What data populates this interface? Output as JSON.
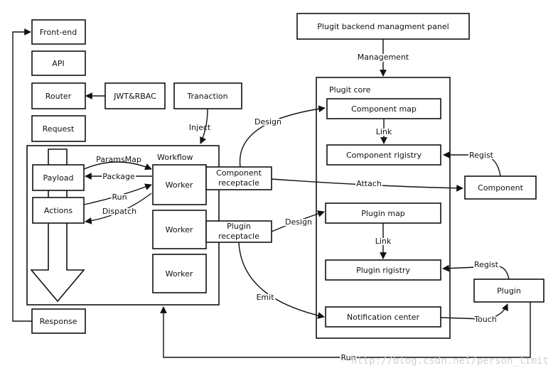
{
  "boxes": {
    "frontend": "Front-end",
    "api": "API",
    "router": "Router",
    "jwt_rbac": "JWT&RBAC",
    "request": "Request",
    "tranaction": "Tranaction",
    "response": "Response",
    "payload": "Payload",
    "actions": "Actions",
    "worker1": "Worker",
    "worker2": "Worker",
    "worker3": "Worker",
    "component_receptacle_line1": "Component",
    "component_receptacle_line2": "receptacle",
    "plugin_receptacle_line1": "Plugin",
    "plugin_receptacle_line2": "receptacle",
    "backend_panel": "Plugit backend managment panel",
    "component_map": "Component map",
    "component_registry": "Component rigistry",
    "plugin_map": "Plugin map",
    "plugin_registry": "Plugin rigistry",
    "notification_center": "Notification center",
    "component": "Component",
    "plugin": "Plugin"
  },
  "containers": {
    "workflow": "Workflow",
    "plugit_core": "Plugit core"
  },
  "edges": {
    "inject": "Inject",
    "management": "Management",
    "params_map": "ParamsMap",
    "package": "Package",
    "run_inner": "Run",
    "dispatch": "Dispatch",
    "design_top": "Design",
    "design_bottom": "Design",
    "link_top": "Link",
    "link_bottom": "Link",
    "regist_component": "Regist",
    "regist_plugin": "Regist",
    "attach": "Attach",
    "emit": "Emit",
    "touch": "Touch",
    "run_bottom": "Run"
  },
  "watermark": "http://blog.csdn.net/person_limit"
}
